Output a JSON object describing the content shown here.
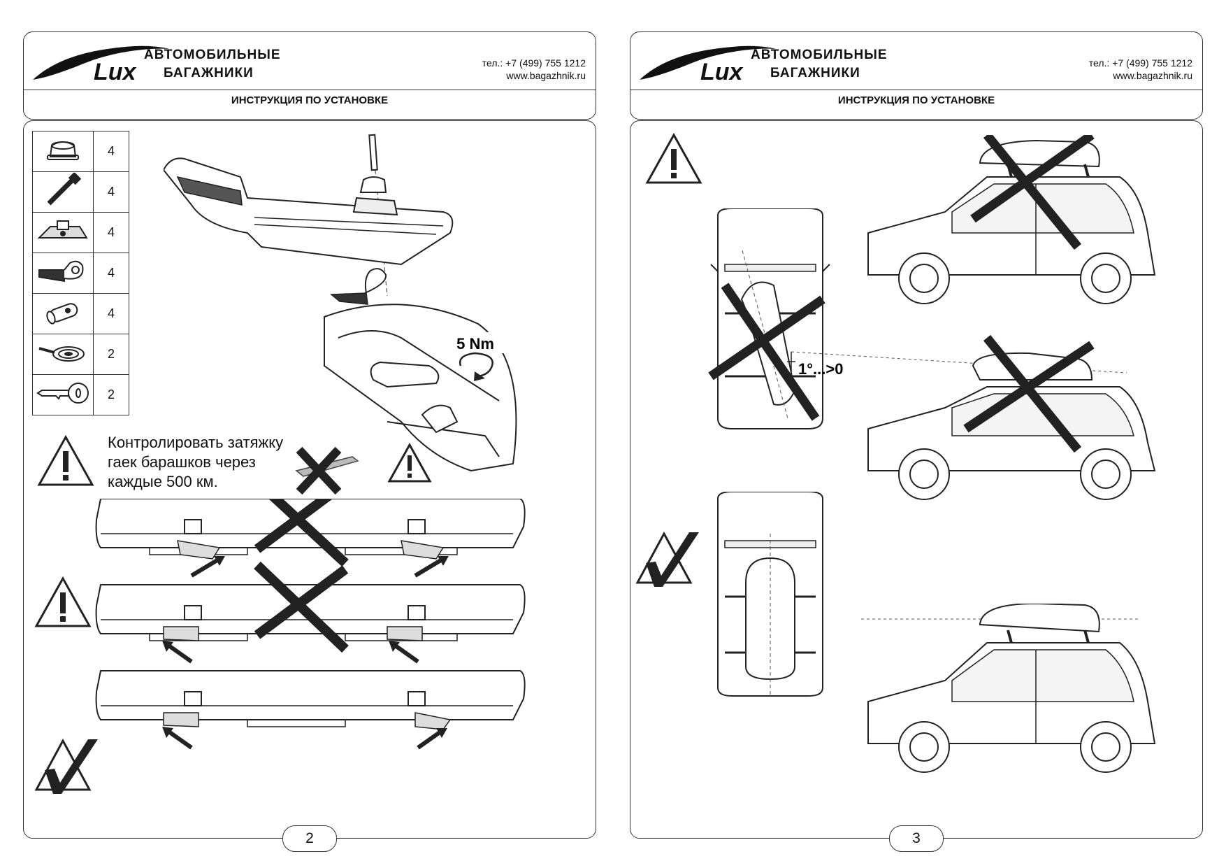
{
  "brand": {
    "logo_text": "Lux",
    "line1": "АВТОМОБИЛЬНЫЕ",
    "line2": "БАГАЖНИКИ"
  },
  "contact": {
    "phone": "тел.: +7 (499) 755 1212",
    "website": "www.bagazhnik.ru"
  },
  "document_title": "ИНСТРУКЦИЯ ПО УСТАНОВКЕ",
  "left_page": {
    "page_number": "2",
    "parts": [
      {
        "icon": "wing-nut-icon",
        "qty": "4"
      },
      {
        "icon": "bolt-icon",
        "qty": "4"
      },
      {
        "icon": "mounting-plate-icon",
        "qty": "4"
      },
      {
        "icon": "clamp-bracket-icon",
        "qty": "4"
      },
      {
        "icon": "barrel-nut-icon",
        "qty": "4"
      },
      {
        "icon": "adhesive-tape-icon",
        "qty": "2"
      },
      {
        "icon": "key-icon",
        "qty": "2"
      }
    ],
    "torque_label": "5 Nm",
    "warning_text_line1": "Контролировать затяжку",
    "warning_text_line2": "гаек барашков через",
    "warning_text_line3": "каждые 500 км."
  },
  "right_page": {
    "page_number": "3",
    "tilt_label": "1°...>0"
  }
}
